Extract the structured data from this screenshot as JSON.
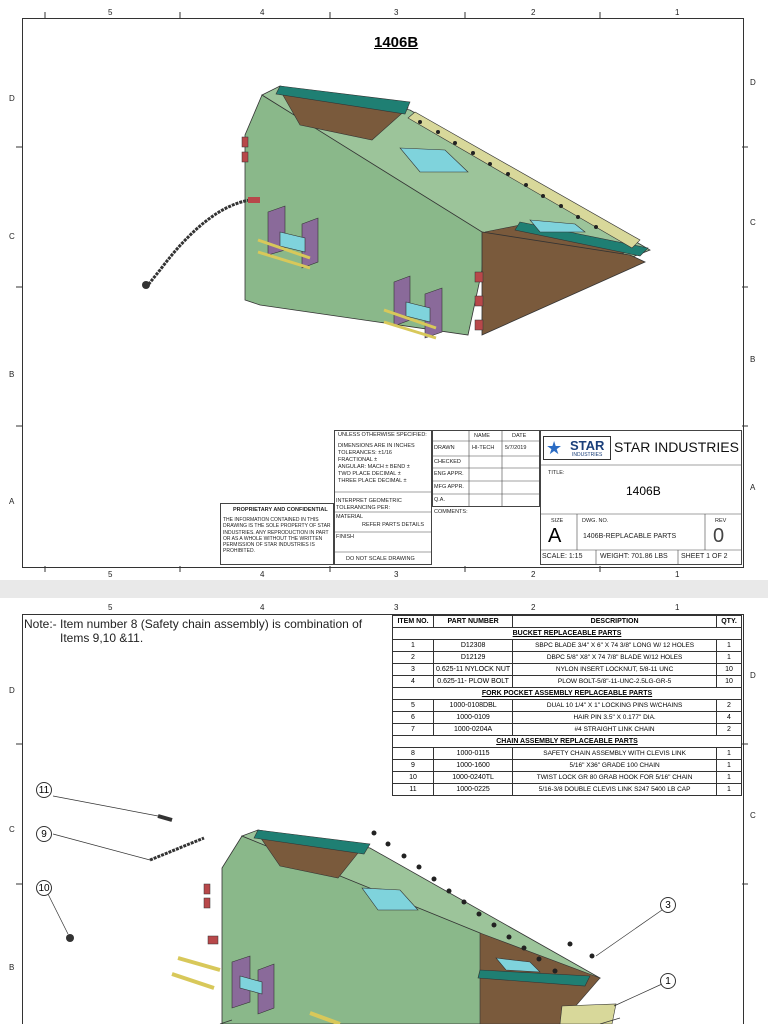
{
  "zones": {
    "columns": [
      "5",
      "4",
      "3",
      "2",
      "1"
    ],
    "rows": [
      "D",
      "C",
      "B",
      "A"
    ]
  },
  "sheet1": {
    "drawing_title": "1406B"
  },
  "title_block": {
    "unless": "UNLESS OTHERWISE SPECIFIED:",
    "dims": "DIMENSIONS ARE IN INCHES",
    "tolerances": "TOLERANCES: ±1/16",
    "fractional": "FRACTIONAL ±",
    "angular": "ANGULAR: MACH ±    BEND ±",
    "two_place": "TWO PLACE DECIMAL   ±",
    "three_place": "THREE PLACE DECIMAL   ±",
    "interpret": "INTERPRET GEOMETRIC",
    "tolerancing": "TOLERANCING PER:",
    "material": "MATERIAL",
    "material_value": "REFER PARTS DETAILS",
    "finish": "FINISH",
    "do_not_scale": "DO NOT SCALE DRAWING",
    "proprietary_title": "PROPRIETARY AND CONFIDENTIAL",
    "proprietary_text": "THE INFORMATION CONTAINED IN THIS DRAWING IS THE SOLE PROPERTY OF STAR INDUSTRIES. ANY REPRODUCTION IN PART OR AS A WHOLE WITHOUT THE WRITTEN PERMISSION OF STAR INDUSTRIES IS PROHIBITED.",
    "col_name": "NAME",
    "col_date": "DATE",
    "drawn": "DRAWN",
    "drawn_name": "HI-TECH",
    "drawn_date": "5/7/2019",
    "checked": "CHECKED",
    "eng_appr": "ENG APPR.",
    "mfg_appr": "MFG APPR.",
    "qa": "Q.A.",
    "comments": "COMMENTS:",
    "company": "STAR INDUSTRIES",
    "logo_big": "STAR",
    "logo_small": "INDUSTRIES",
    "title_label": "TITLE:",
    "title_value": "1406B",
    "size_label": "SIZE",
    "size_value": "A",
    "dwg_label": "DWG.  NO.",
    "dwg_value": "1406B-REPLACABLE PARTS",
    "rev_label": "REV",
    "rev_value": "0",
    "scale": "SCALE: 1:15",
    "weight": "WEIGHT: 701.86 LBS",
    "sheet": "SHEET 1 OF 2"
  },
  "sheet2": {
    "note_line1": "Note:- Item number 8 (Safety chain assembly) is combination of",
    "note_line2": "Items 9,10 &11.",
    "balloons": [
      "11",
      "9",
      "10",
      "3",
      "1"
    ]
  },
  "parts_table": {
    "headers": [
      "ITEM NO.",
      "PART NUMBER",
      "DESCRIPTION",
      "QTY."
    ],
    "sections": [
      {
        "title": "BUCKET REPLACEABLE PARTS",
        "rows": [
          [
            "1",
            "D12308",
            "SBPC BLADE 3/4\" X 6\" X 74 3/8\" LONG W/ 12 HOLES",
            "1"
          ],
          [
            "2",
            "D12129",
            "DBPC 5/8\" X8\" X 74 7/8\" BLADE W/12 HOLES",
            "1"
          ],
          [
            "3",
            "0.625-11 NYLOCK NUT",
            "NYLON INSERT LOCKNUT, 5/8-11 UNC",
            "10"
          ],
          [
            "4",
            "0.625-11- PLOW BOLT",
            "PLOW BOLT-5/8\"-11-UNC-2.5LG-GR-5",
            "10"
          ]
        ]
      },
      {
        "title": "FORK POCKET ASSEMBLY  REPLACEABLE PARTS",
        "rows": [
          [
            "5",
            "1000-0108DBL",
            "DUAL 10 1/4\" X 1\" LOCKING PINS W/CHAINS",
            "2"
          ],
          [
            "6",
            "1000-0109",
            "HAIR PIN  3.5\" X 0.177\" DIA.",
            "4"
          ],
          [
            "7",
            "1000-0204A",
            "#4 STRAIGHT LINK CHAIN",
            "2"
          ]
        ]
      },
      {
        "title": "CHAIN ASSEMBLY REPLACEABLE PARTS",
        "rows": [
          [
            "8",
            "1000-0115",
            "SAFETY CHAIN  ASSEMBLY WITH CLEVIS LINK",
            "1"
          ],
          [
            "9",
            "1000-1600",
            "5/16\" X36\" GRADE 100 CHAIN",
            "1"
          ],
          [
            "10",
            "1000-0240TL",
            "TWIST LOCK GR 80 GRAB HOOK FOR 5/16\" CHAIN",
            "1"
          ],
          [
            "11",
            "1000-0225",
            "5/16-3/8 DOUBLE CLEVIS LINK S247 5400 LB CAP",
            "1"
          ]
        ]
      }
    ]
  },
  "colors": {
    "body": "#9cc49a",
    "body_dark": "#7aa67a",
    "interior": "#7a5a3c",
    "teal": "#1f7f73",
    "glass": "#7fd3dc",
    "bracket": "#8a6a9a",
    "pin": "#d8c85a",
    "red": "#b8484a"
  }
}
